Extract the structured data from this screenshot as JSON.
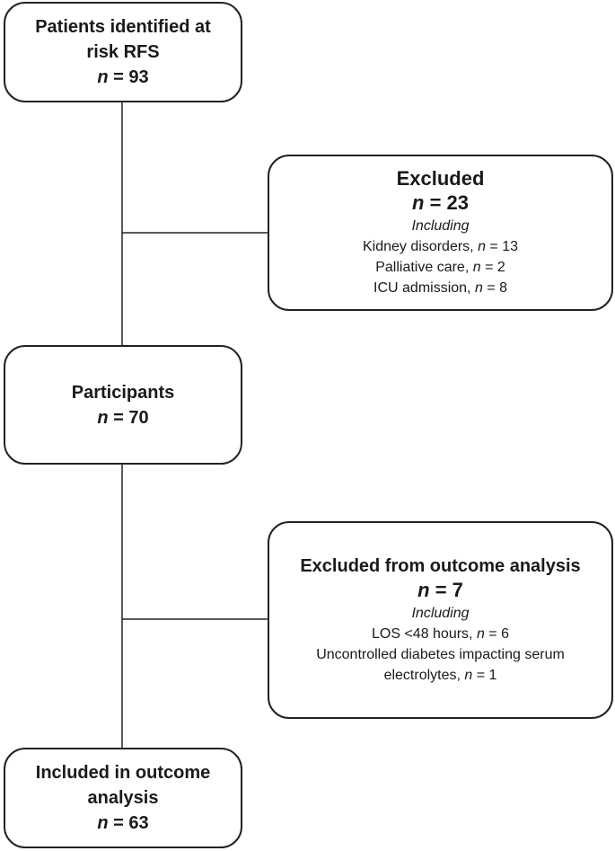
{
  "boxes": {
    "identified": {
      "title": "Patients identified at risk RFS",
      "n_label": "n",
      "n_value": "= 93"
    },
    "excluded": {
      "title": "Excluded",
      "n_label": "n",
      "n_value": "= 23",
      "including": "Including",
      "items": [
        {
          "text": "Kidney disorders, ",
          "n_label": "n",
          "n_value": " = 13"
        },
        {
          "text": "Palliative care, ",
          "n_label": "n",
          "n_value": " = 2"
        },
        {
          "text": "ICU admission, ",
          "n_label": "n",
          "n_value": " = 8"
        }
      ]
    },
    "participants": {
      "title": "Participants",
      "n_label": "n",
      "n_value": "= 70"
    },
    "excluded_outcome": {
      "title": "Excluded from outcome analysis",
      "n_label": "n",
      "n_value": "= 7",
      "including": "Including",
      "items": [
        {
          "text": "LOS <48 hours, ",
          "n_label": "n",
          "n_value": " = 6"
        },
        {
          "text": "Uncontrolled diabetes impacting serum electrolytes, ",
          "n_label": "n",
          "n_value": " = 1"
        }
      ]
    },
    "included": {
      "title": "Included in outcome analysis",
      "n_label": "n",
      "n_value": "= 63"
    }
  },
  "colors": {
    "line": "#222222",
    "text": "#1a1a1a",
    "background": "#ffffff"
  }
}
